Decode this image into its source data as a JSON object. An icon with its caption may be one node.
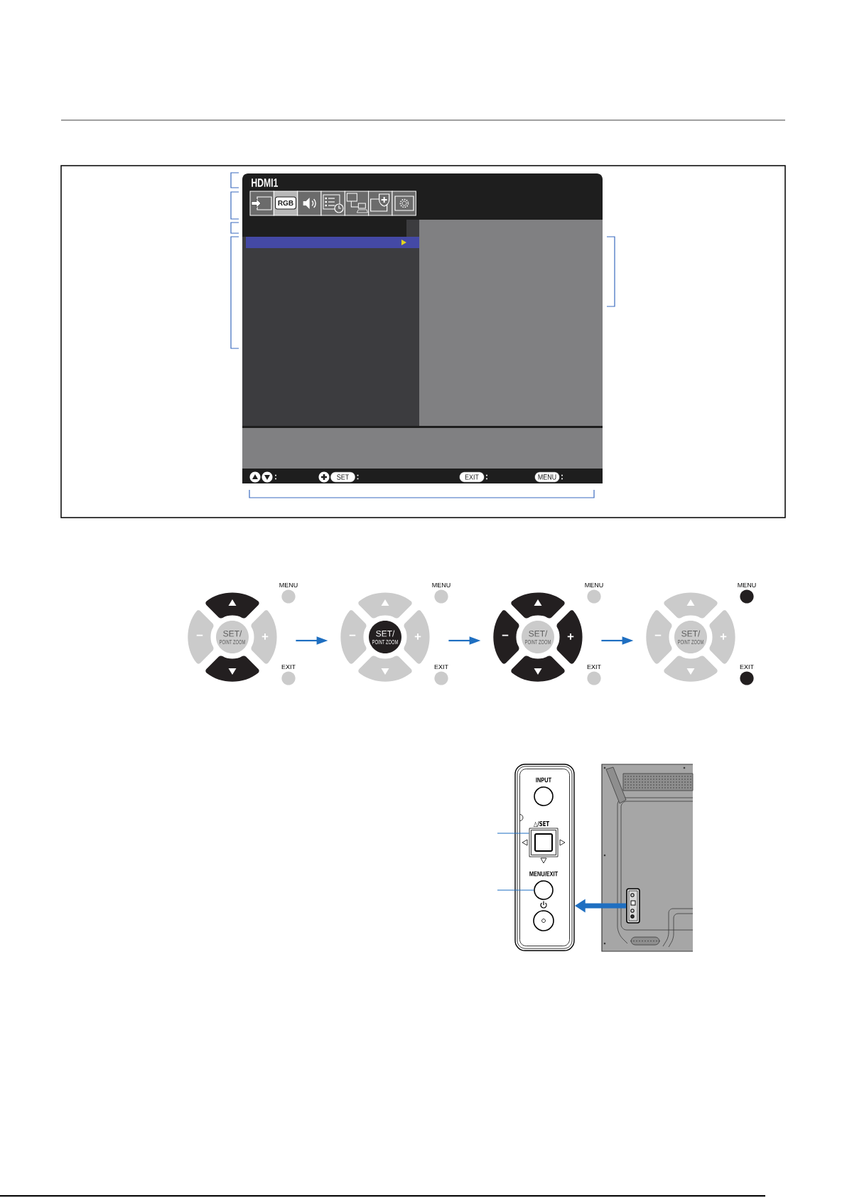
{
  "diagram": {
    "nodes": [
      {
        "text": [
          "HDMI1"
        ]
      },
      {
        "text": [
          "RGB"
        ],
        "in": 0
      },
      {
        "text": [
          "SET"
        ],
        "in": 0,
        "beside": [
          ":"
        ]
      },
      {
        "text": [
          "EXIT"
        ],
        "in": 0,
        "beside": [
          ":"
        ]
      },
      {
        "text": [
          "MENU"
        ],
        "in": 0,
        "beside": [
          ":"
        ]
      },
      {
        "text": [
          "SET/",
          "POINT ZOOM",
          "−",
          "+",
          "MENU",
          "EXIT"
        ]
      },
      {
        "text": [
          "SET/",
          "POINT ZOOM",
          "−",
          "+",
          "MENU",
          "EXIT"
        ]
      },
      {
        "text": [
          "SET/",
          "POINT ZOOM",
          "−",
          "+",
          "MENU",
          "EXIT"
        ]
      },
      {
        "text": [
          "SET/",
          "POINT ZOOM",
          "−",
          "+",
          "MENU",
          "EXIT"
        ]
      },
      {
        "text": [],
        "shape": "picture"
      },
      {
        "text": [
          "INPUT"
        ],
        "in": 9
      },
      {
        "text": [
          "△/SET"
        ],
        "in": 9
      },
      {
        "text": [
          "MENU/EXIT"
        ],
        "in": 9
      },
      {
        "text": [],
        "shape": "circle",
        "in": 9
      },
      {
        "text": [],
        "shape": "picture"
      },
      {
        "text": [],
        "shape": "picture",
        "in": 14
      }
    ],
    "edges": [
      {
        "from": 5,
        "to": 6,
        "arrow": "to"
      },
      {
        "from": 6,
        "to": 7,
        "arrow": "to"
      },
      {
        "from": 7,
        "to": 8,
        "arrow": "to"
      },
      {
        "from": 15,
        "to": 9,
        "arrow": "to",
        "style": "thick"
      },
      {
        "from": null,
        "to": 11,
        "arrow": "none"
      },
      {
        "from": null,
        "to": 12,
        "arrow": "none"
      }
    ],
    "labels": [
      ":"
    ]
  }
}
